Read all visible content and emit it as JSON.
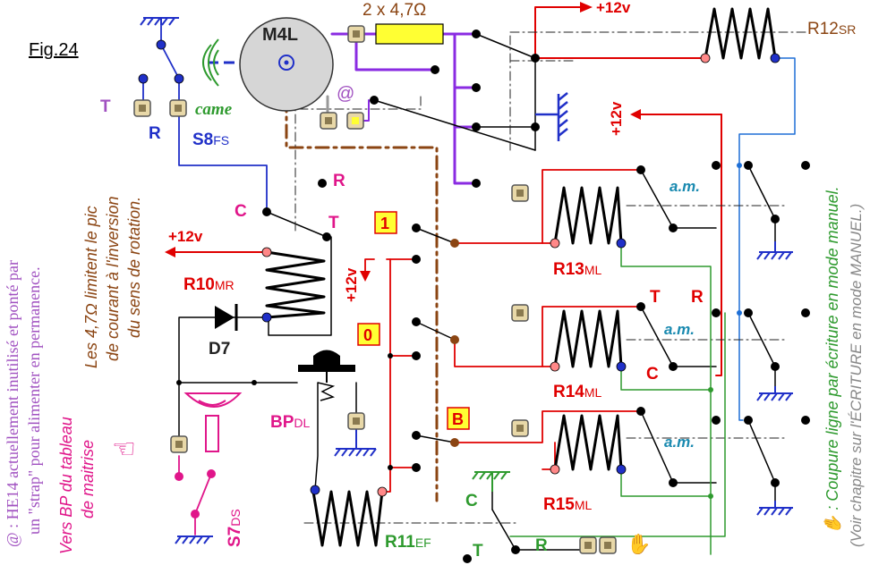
{
  "figure": {
    "label": "Fig.24"
  },
  "components": {
    "motor": "M4L",
    "resistors_top": "2 x 4,7Ω",
    "cam": "came",
    "s8_main": "S8",
    "s8_sub": "FS",
    "r10_main": "R10",
    "r10_sub": "MR",
    "d7": "D7",
    "bp_main": "BP",
    "bp_sub": "DL",
    "s7_main": "S7",
    "s7_sub": "DS",
    "r11_main": "R11",
    "r11_sub": "EF",
    "r12_main": "R12",
    "r12_sub": "SR",
    "r13_main": "R13",
    "r13_sub": "ML",
    "r14_main": "R14",
    "r14_sub": "ML",
    "r15_main": "R15",
    "r15_sub": "ML"
  },
  "labels": {
    "plus12v": "+12v",
    "t": "T",
    "r": "R",
    "c": "C",
    "at": "@",
    "am": "a.m.",
    "box_1": "1",
    "box_0": "0",
    "box_b": "B"
  },
  "notes": {
    "he14_line1": "@ : HE14 actuellement inutilisé et ponté par",
    "he14_line2": "un \"strap\" pour alimenter en permanence.",
    "bp_line1": "Vers BP du tableau",
    "bp_line2": "de maitrise",
    "res_line1": "Les 4,7Ω limitent le pic",
    "res_line2": "de courant à l'inversion",
    "res_line3": "du sens de rotation.",
    "right_line1": "✋ : Coupure ligne par écriture en mode manuel.",
    "right_line2": "(Voir chapitre sur l'ÉCRITURE en mode MANUEL.)"
  },
  "colors": {
    "red": "#e00000",
    "blue": "#2030c8",
    "purple": "#8a2be2",
    "brown": "#8b4513",
    "green": "#2e9a2e",
    "magenta": "#e0168a",
    "yellow": "#ffff33",
    "navy": "#1a1aa0"
  }
}
